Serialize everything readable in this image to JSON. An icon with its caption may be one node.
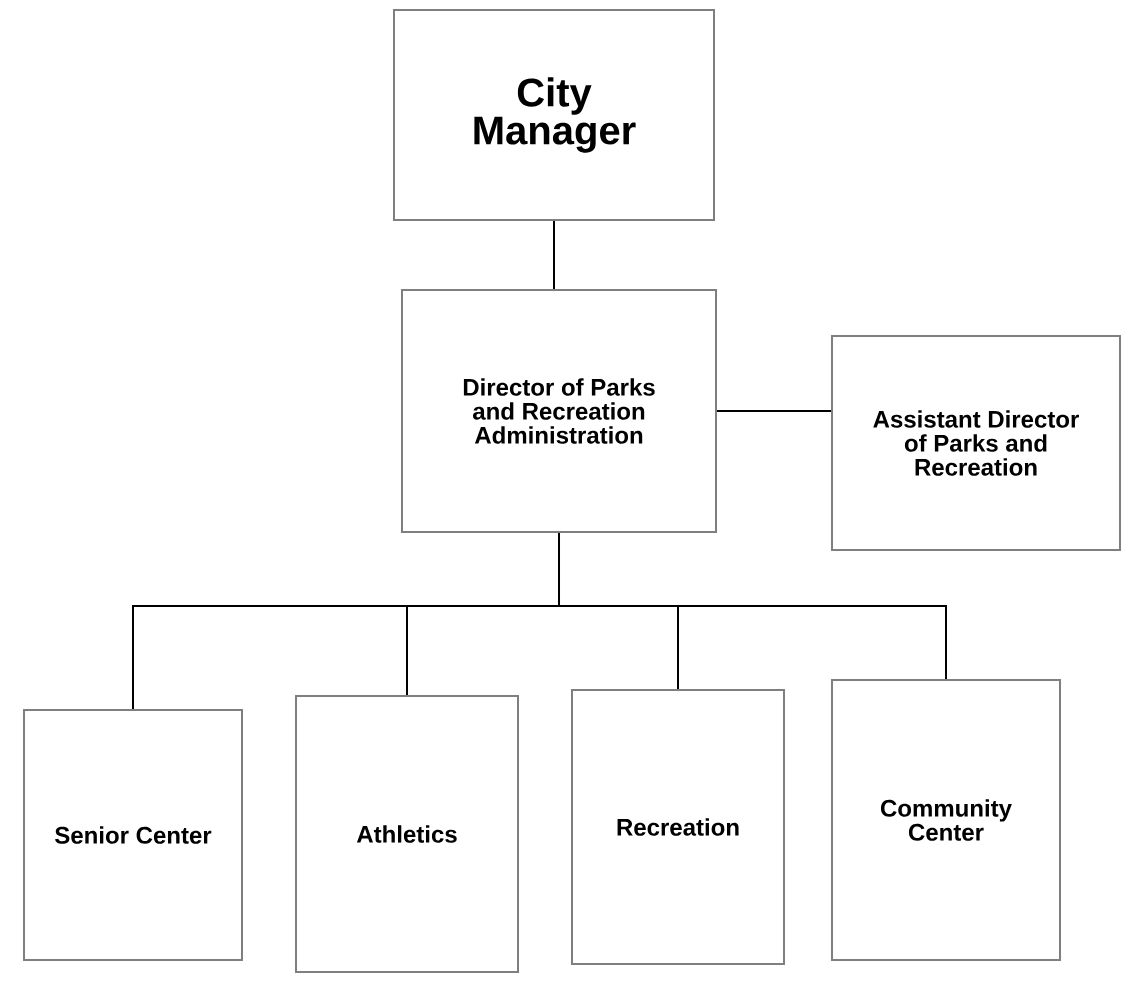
{
  "diagram": {
    "nodes": [
      {
        "text": [
          "City Manager"
        ]
      },
      {
        "text": [
          "Director of Parks and Recreation Administration"
        ]
      },
      {
        "text": [
          "Assistant Director of Parks and Recreation"
        ]
      },
      {
        "text": [
          "Senior Center"
        ]
      },
      {
        "text": [
          "Athletics"
        ]
      },
      {
        "text": [
          "Recreation"
        ]
      },
      {
        "text": [
          "Community Center"
        ]
      }
    ],
    "edges": [
      {
        "from": 0,
        "to": 1,
        "arrow": "none"
      },
      {
        "from": 1,
        "to": 2,
        "arrow": "none"
      },
      {
        "from": 1,
        "to": 3,
        "arrow": "none"
      },
      {
        "from": 1,
        "to": 4,
        "arrow": "none"
      },
      {
        "from": 1,
        "to": 5,
        "arrow": "none"
      },
      {
        "from": 1,
        "to": 6,
        "arrow": "none"
      }
    ]
  }
}
